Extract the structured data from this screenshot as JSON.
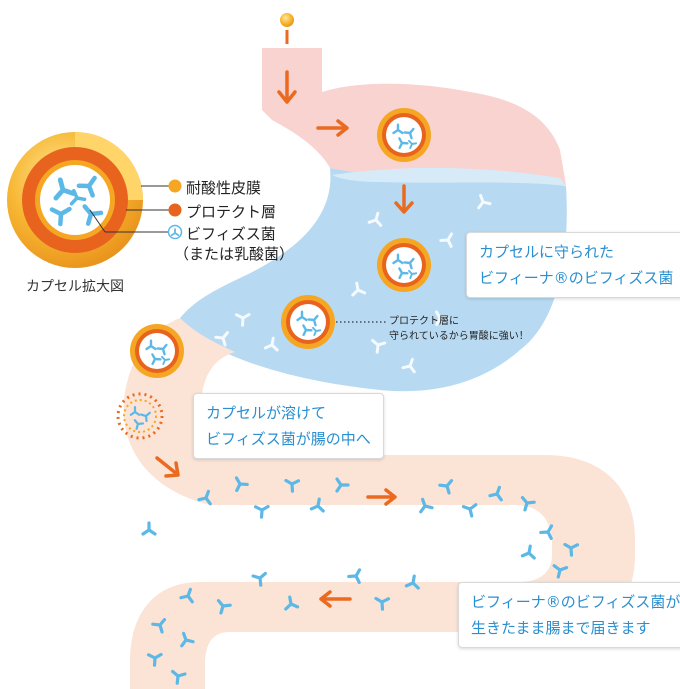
{
  "legend": {
    "item1": "耐酸性皮膜",
    "item2": "プロテクト層",
    "item3": "ビフィズス菌",
    "item3_sub": "（または乳酸菌）",
    "title": "カプセル拡大図"
  },
  "callouts": {
    "stomach_line1": "カプセルに守られた",
    "stomach_line2": "ビフィーナ®のビフィズス菌",
    "protect_line1": "プロテクト層に",
    "protect_line2": "守られているから胃酸に強い！",
    "release_line1": "カプセルが溶けて",
    "release_line2": "ビフィズス菌が腸の中へ",
    "colon_line1": "ビフィーナ®のビフィズス菌が",
    "colon_line2": "生きたまま腸まで届きます"
  },
  "colors": {
    "capsule_outer": "#f5a623",
    "capsule_protect": "#e8641e",
    "bacteria": "#5cb8e6",
    "stomach_pink": "#f8d3d0",
    "acid_blue": "#b7daf2",
    "intestine_peach": "#fbe3d6",
    "arrow": "#ea6a1f",
    "callout_text": "#2a8fd0"
  }
}
